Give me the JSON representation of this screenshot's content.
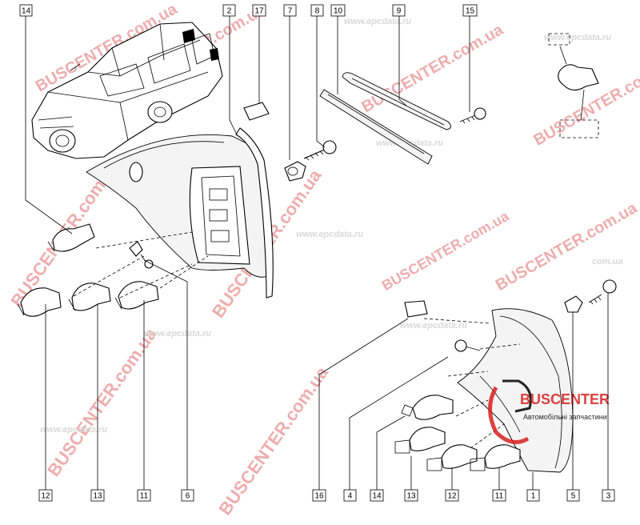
{
  "watermarks": {
    "brand": "BUSCENTER",
    "brand_url": "BUSCENTER.com.ua",
    "site": "www.epcdata.ru",
    "dotted": "com.ua",
    "logo_name": "BUSCENTER",
    "logo_tagline": "Автомобільні запчастини"
  },
  "callouts_top": [
    {
      "id": "top-14",
      "label": "14"
    },
    {
      "id": "top-2",
      "label": "2"
    },
    {
      "id": "top-17",
      "label": "17"
    },
    {
      "id": "top-7",
      "label": "7"
    },
    {
      "id": "top-8",
      "label": "8"
    },
    {
      "id": "top-10",
      "label": "10"
    },
    {
      "id": "top-9",
      "label": "9"
    },
    {
      "id": "top-15",
      "label": "15"
    }
  ],
  "callouts_bottom": [
    {
      "id": "bot-12a",
      "label": "12"
    },
    {
      "id": "bot-13a",
      "label": "13"
    },
    {
      "id": "bot-11a",
      "label": "11"
    },
    {
      "id": "bot-6",
      "label": "6"
    },
    {
      "id": "bot-16",
      "label": "16"
    },
    {
      "id": "bot-4",
      "label": "4"
    },
    {
      "id": "bot-14",
      "label": "14"
    },
    {
      "id": "bot-13b",
      "label": "13"
    },
    {
      "id": "bot-12b",
      "label": "12"
    },
    {
      "id": "bot-11b",
      "label": "11"
    },
    {
      "id": "bot-1",
      "label": "1"
    },
    {
      "id": "bot-5",
      "label": "5"
    },
    {
      "id": "bot-3",
      "label": "3"
    }
  ],
  "colors": {
    "line": "#000000",
    "watermark_red": "#e06a6a",
    "watermark_grey": "#b9b9b9",
    "logo_red": "#d82020"
  }
}
